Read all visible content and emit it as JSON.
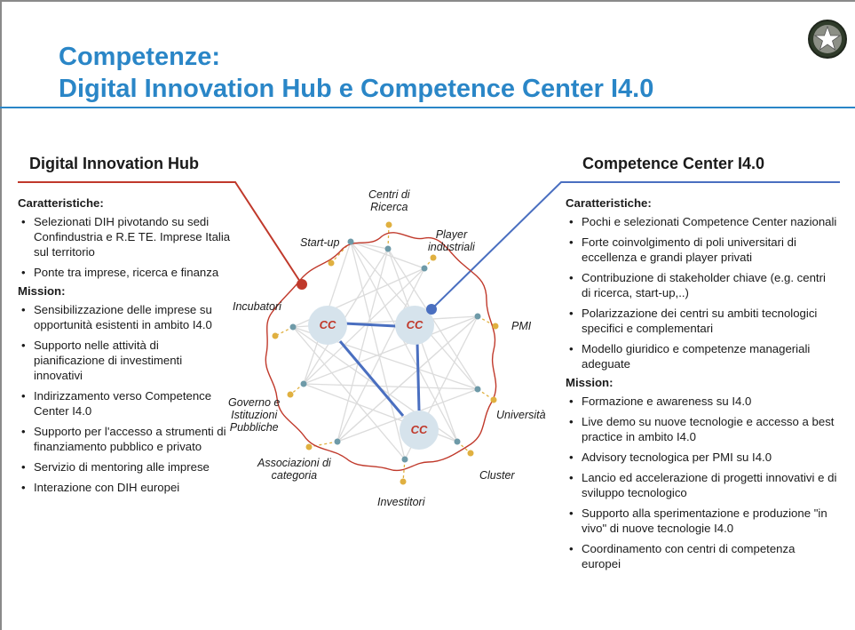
{
  "title": {
    "line1": "Competenze:",
    "line2": "Digital Innovation Hub e Competence Center I4.0"
  },
  "dih": {
    "heading": "Digital Innovation Hub",
    "features_label": "Caratteristiche:",
    "features": [
      "Selezionati DIH pivotando su sedi Confindustria e R.E TE. Imprese Italia sul territorio",
      "Ponte tra imprese, ricerca e finanza"
    ],
    "mission_label": "Mission:",
    "mission": [
      "Sensibilizzazione delle imprese su opportunità esistenti in ambito I4.0",
      "Supporto nelle attività di pianificazione di investimenti innovativi",
      "Indirizzamento verso Competence Center I4.0",
      "Supporto per l'accesso a strumenti di finanziamento pubblico e privato",
      "Servizio di mentoring alle imprese",
      "Interazione con DIH europei"
    ]
  },
  "cc": {
    "heading": "Competence Center I4.0",
    "features_label": "Caratteristiche:",
    "features": [
      "Pochi e selezionati Competence Center nazionali",
      "Forte coinvolgimento di poli universitari di eccellenza e grandi player privati",
      "Contribuzione di stakeholder chiave (e.g. centri di ricerca, start-up,..)",
      "Polarizzazione dei centri su ambiti tecnologici specifici e complementari",
      "Modello giuridico e competenze manageriali adeguate"
    ],
    "mission_label": "Mission:",
    "mission": [
      "Formazione e awareness su I4.0",
      "Live demo su nuove tecnologie e accesso a best practice in ambito I4.0",
      "Advisory tecnologica per PMI su I4.0",
      "Lancio ed accelerazione di progetti innovativi e di sviluppo tecnologico",
      "Supporto alla sperimentazione e produzione \"in vivo\" di nuove tecnologie I4.0",
      "Coordinamento con centri di competenza europei"
    ]
  },
  "diagram": {
    "cc_node_label": "CC",
    "labels": {
      "centri": "Centri di\nRicerca",
      "player": "Player\nindustriali",
      "startup": "Start-up",
      "incubatori": "Incubatori",
      "pmi": "PMI",
      "governo": "Governo e\nIstituzioni\nPubbliche",
      "universita": "Università",
      "associazioni": "Associazioni di\ncategoria",
      "cluster": "Cluster",
      "investitori": "Investitori"
    }
  },
  "colors": {
    "title_blue": "#2a86c7",
    "dih_red": "#c0392b",
    "cc_blue": "#4a6fc0",
    "node_gold": "#e0b040",
    "node_teal": "#6e9aa8",
    "cc_node_fill": "#d6e3ec"
  }
}
